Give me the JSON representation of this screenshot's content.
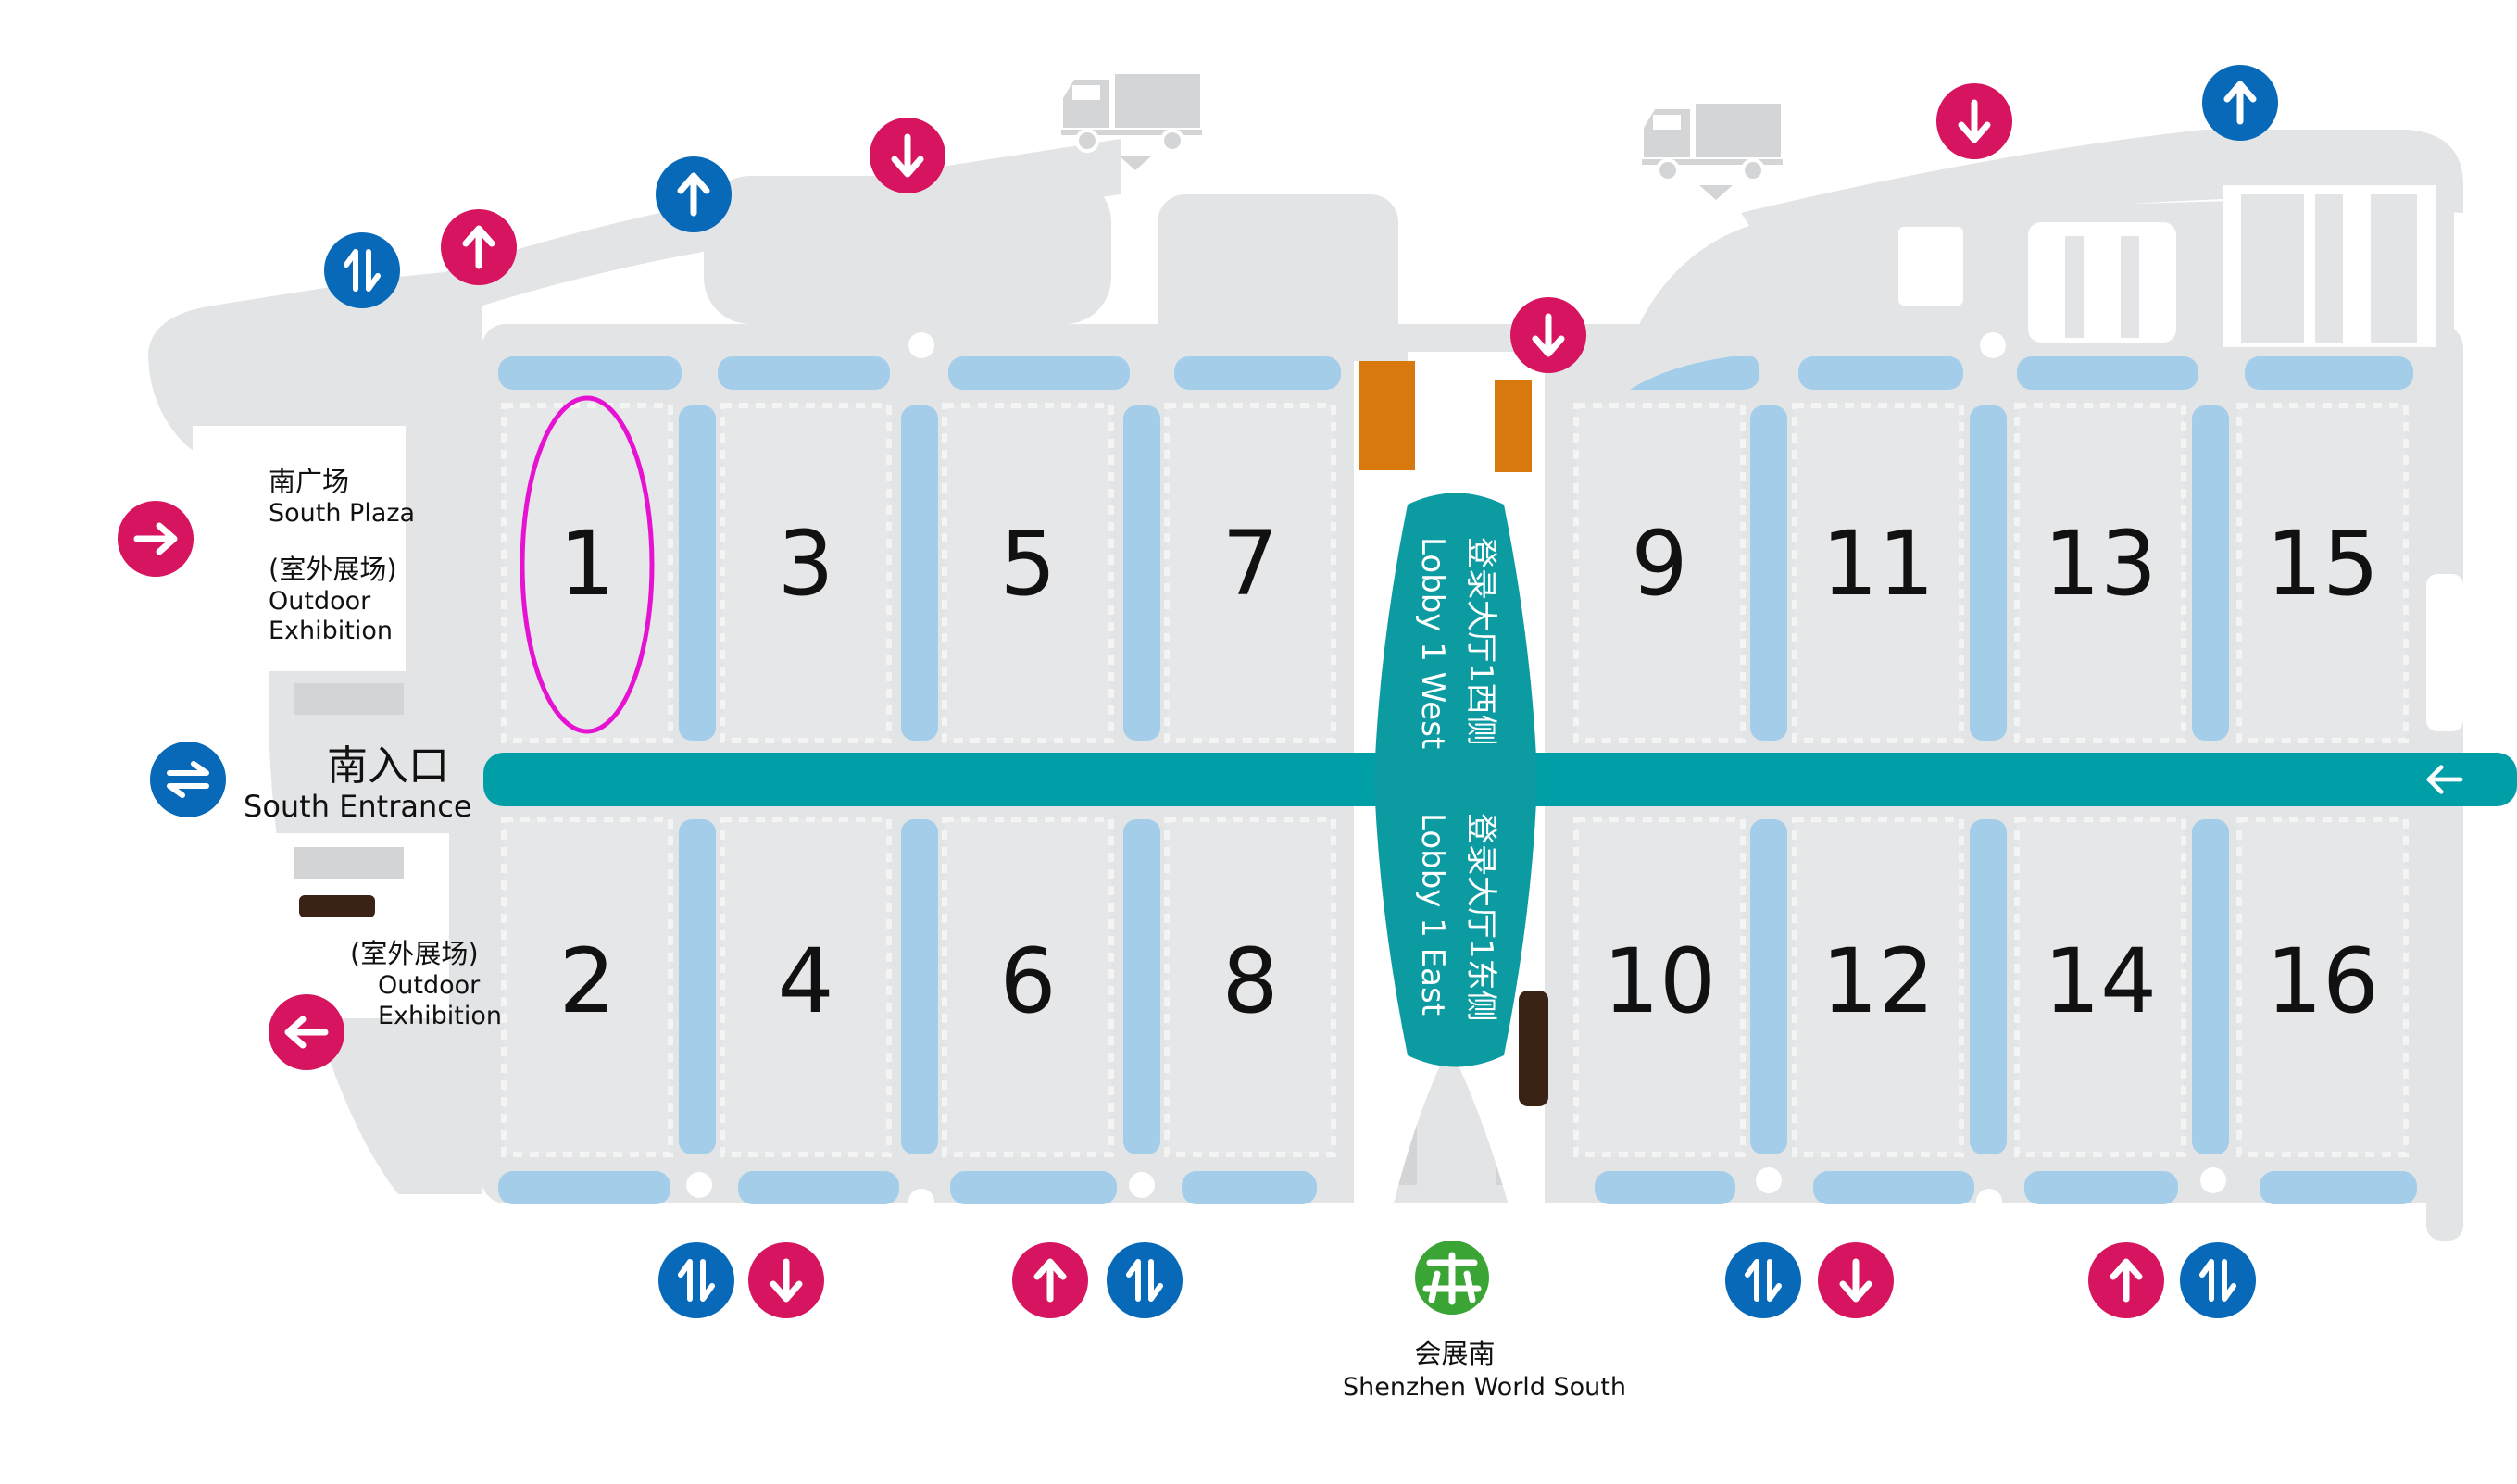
{
  "colors": {
    "ground": "#e3e4e6",
    "hall": "#e6e7e9",
    "corridor": "#a3cde8",
    "main_axis": "#009fa8",
    "lobby": "#0d9ba2",
    "exit_pink": "#d6145f",
    "entry_blue": "#0869b8",
    "orange": "#d7790f",
    "dark_brown": "#3a2214",
    "metro_green": "#3aa435",
    "highlight_ellipse": "#e612d2"
  },
  "halls": {
    "north": [
      "1",
      "3",
      "5",
      "7",
      "9",
      "11",
      "13",
      "15"
    ],
    "south": [
      "2",
      "4",
      "6",
      "8",
      "10",
      "12",
      "14",
      "16"
    ],
    "highlighted": "1"
  },
  "south_plaza": {
    "name_cn": "南广场",
    "name_en": "South Plaza",
    "outdoor_cn": "(室外展场)",
    "outdoor_en_1": "Outdoor",
    "outdoor_en_2": "Exhibition"
  },
  "south_outdoor": {
    "outdoor_cn": "(室外展场)",
    "outdoor_en_1": "Outdoor",
    "outdoor_en_2": "Exhibition"
  },
  "south_entrance": {
    "name_cn": "南入口",
    "name_en": "South Entrance"
  },
  "lobby_west": {
    "name_cn": "登录大厅1西侧",
    "name_en": "Lobby 1 West"
  },
  "lobby_east": {
    "name_cn": "登录大厅1东侧",
    "name_en": "Lobby 1 East"
  },
  "metro": {
    "name_cn": "会展南",
    "name_en": "Shenzhen World South",
    "icon": "metro-logo-icon"
  },
  "icons": {
    "exit": "arrow-down-icon",
    "entry": "arrow-up-icon",
    "two_way": "up-down-arrows-icon",
    "truck": "truck-icon",
    "flow_arrow": "arrow-left-icon"
  }
}
